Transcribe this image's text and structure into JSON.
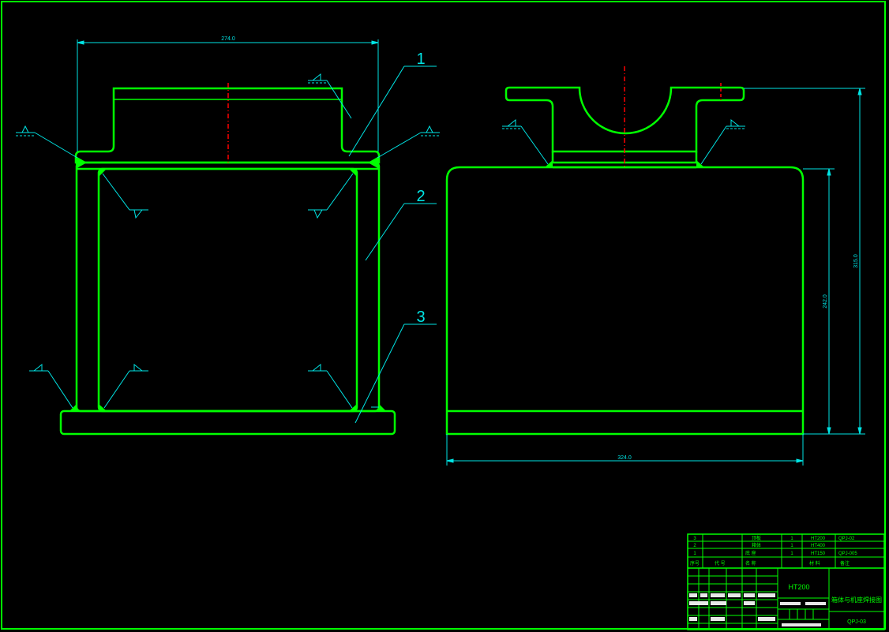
{
  "drawing": {
    "dimensions": {
      "front_width": "274.0",
      "side_width": "324.0",
      "side_body_height": "242.0",
      "side_total_height": "315.0"
    },
    "part_numbers": [
      "1",
      "2",
      "3"
    ],
    "title_block": {
      "bom_rows": [
        {
          "no": "3",
          "name": "顶板",
          "qty": "1",
          "material": "HT200",
          "note": "QPJ-02"
        },
        {
          "no": "2",
          "name": "箱体",
          "qty": "1",
          "material": "HT400",
          "note": ""
        },
        {
          "no": "1",
          "name": "底 座",
          "qty": "1",
          "material": "HT150",
          "note": "QPJ-005"
        }
      ],
      "bom_header": {
        "no": "序号",
        "code": "代 号",
        "name": "名 称",
        "qty": "",
        "material": "材 料",
        "note": "备注"
      },
      "material_label": "HT200",
      "drawing_title": "箱体与机座焊接图",
      "drawing_code": "QPJ-03"
    }
  },
  "colors": {
    "background": "#000000",
    "outline": "#00ff00",
    "dimension": "#00e5e5",
    "centerline": "#ff0000"
  }
}
